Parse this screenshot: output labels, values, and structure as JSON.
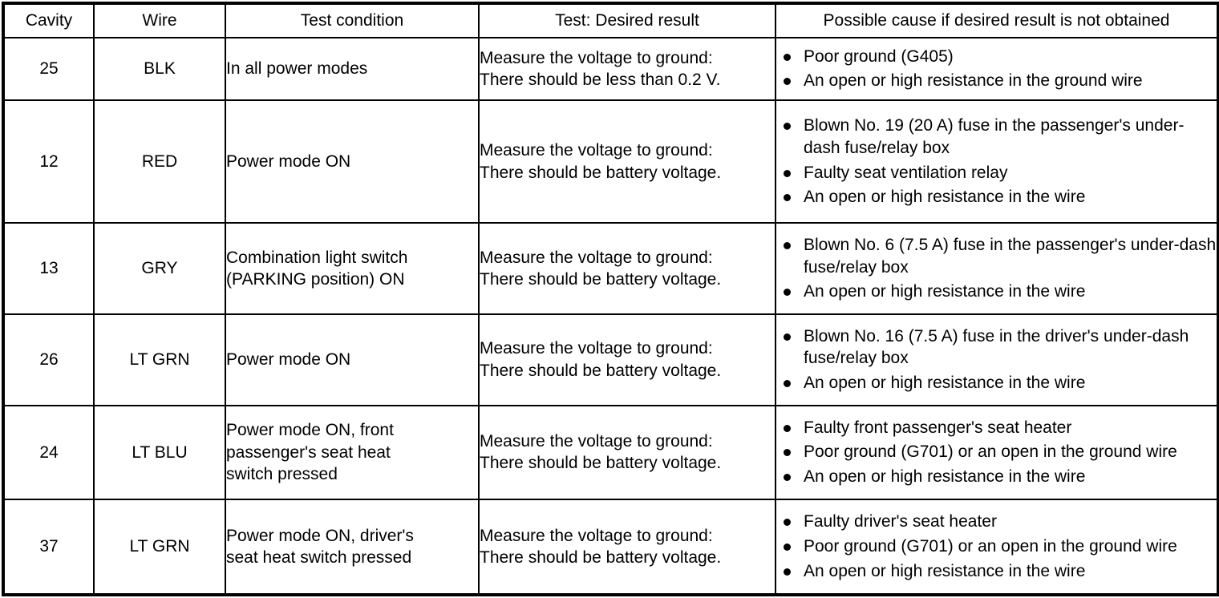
{
  "table": {
    "headers": [
      "Cavity",
      "Wire",
      "Test condition",
      "Test: Desired result",
      "Possible cause if desired result is not obtained"
    ],
    "rows": [
      {
        "cavity": "25",
        "wire": "BLK",
        "condition_lines": [
          "In all power modes"
        ],
        "test_lines": [
          "Measure the voltage to ground:",
          "There should be less than 0.2 V."
        ],
        "causes": [
          "Poor ground (G405)",
          "An open or high resistance in the ground wire"
        ]
      },
      {
        "cavity": "12",
        "wire": "RED",
        "condition_lines": [
          "Power mode ON"
        ],
        "test_lines": [
          "Measure the voltage to ground:",
          "There should be battery voltage."
        ],
        "causes": [
          "Blown No. 19 (20 A) fuse in the passenger's under-dash fuse/relay box",
          "Faulty seat ventilation relay",
          "An open or high resistance in the wire"
        ]
      },
      {
        "cavity": "13",
        "wire": "GRY",
        "condition_lines": [
          "Combination light switch",
          "(PARKING position) ON"
        ],
        "test_lines": [
          "Measure the voltage to ground:",
          "There should be battery voltage."
        ],
        "causes": [
          "Blown No. 6 (7.5 A) fuse in the passenger's under-dash fuse/relay box",
          "An open or high resistance in the wire"
        ]
      },
      {
        "cavity": "26",
        "wire": "LT GRN",
        "condition_lines": [
          "Power mode ON"
        ],
        "test_lines": [
          "Measure the voltage to ground:",
          "There should be battery voltage."
        ],
        "causes": [
          "Blown No. 16 (7.5 A) fuse in the driver's under-dash fuse/relay box",
          "An open or high resistance in the wire"
        ]
      },
      {
        "cavity": "24",
        "wire": "LT BLU",
        "condition_lines": [
          "Power mode ON, front",
          "passenger's seat heat",
          "switch pressed"
        ],
        "test_lines": [
          "Measure the voltage to ground:",
          "There should be battery voltage."
        ],
        "causes": [
          "Faulty front passenger's seat heater",
          "Poor ground (G701) or an open in the ground wire",
          "An open or high resistance in the wire"
        ]
      },
      {
        "cavity": "37",
        "wire": "LT GRN",
        "condition_lines": [
          "Power mode ON, driver's",
          "seat heat switch pressed"
        ],
        "test_lines": [
          "Measure the voltage to ground:",
          "There should be battery voltage."
        ],
        "causes": [
          "Faulty driver's seat heater",
          "Poor ground (G701) or an open in the ground wire",
          "An open or high resistance in the wire"
        ]
      }
    ]
  }
}
